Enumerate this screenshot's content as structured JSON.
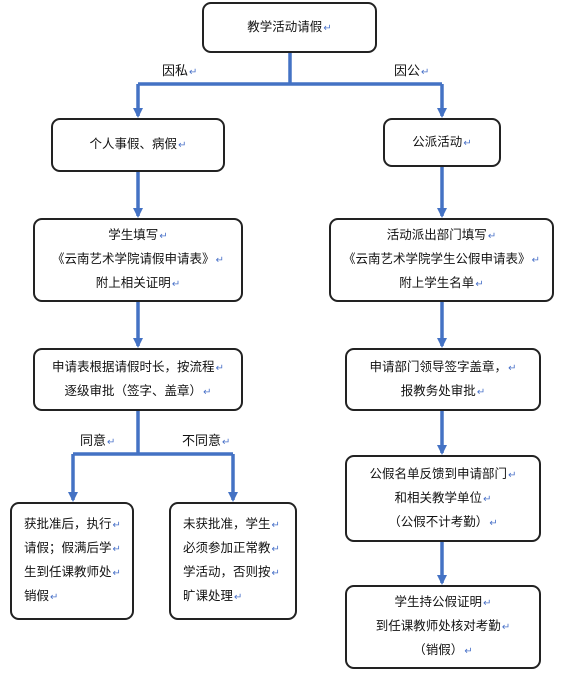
{
  "colors": {
    "arrow": "#4472c4",
    "border": "#222222",
    "mark": "#4b73c9"
  },
  "paragraph_mark": "↵",
  "nodes": {
    "root": {
      "lines": [
        "教学活动请假"
      ]
    },
    "private": {
      "lines": [
        "个人事假、病假"
      ]
    },
    "public": {
      "lines": [
        "公派活动"
      ]
    },
    "student_fill": {
      "lines": [
        "学生填写",
        "《云南艺术学院请假申请表》",
        "附上相关证明"
      ]
    },
    "dept_fill": {
      "lines": [
        "活动派出部门填写",
        "《云南艺术学院学生公假申请表》",
        "附上学生名单"
      ]
    },
    "approval": {
      "lines": [
        "申请表根据请假时长，按流程",
        "逐级审批（签字、盖章）"
      ]
    },
    "leader_sign": {
      "lines": [
        "申请部门领导签字盖章，",
        "报教务处审批"
      ]
    },
    "approved": {
      "lines": [
        "获批准后，执行",
        "请假；假满后学",
        "生到任课教师处",
        "销假"
      ]
    },
    "not_approved": {
      "lines": [
        "未获批准，学生",
        "必须参加正常教",
        "学活动，否则按",
        "旷课处理"
      ]
    },
    "feedback": {
      "lines": [
        "公假名单反馈到申请部门",
        "和相关教学单位",
        "（公假不计考勤）"
      ]
    },
    "cancel": {
      "lines": [
        "学生持公假证明",
        "到任课教师处核对考勤",
        "（销假）"
      ]
    }
  },
  "labels": {
    "private_branch": "因私",
    "public_branch": "因公",
    "agree": "同意",
    "disagree": "不同意"
  }
}
